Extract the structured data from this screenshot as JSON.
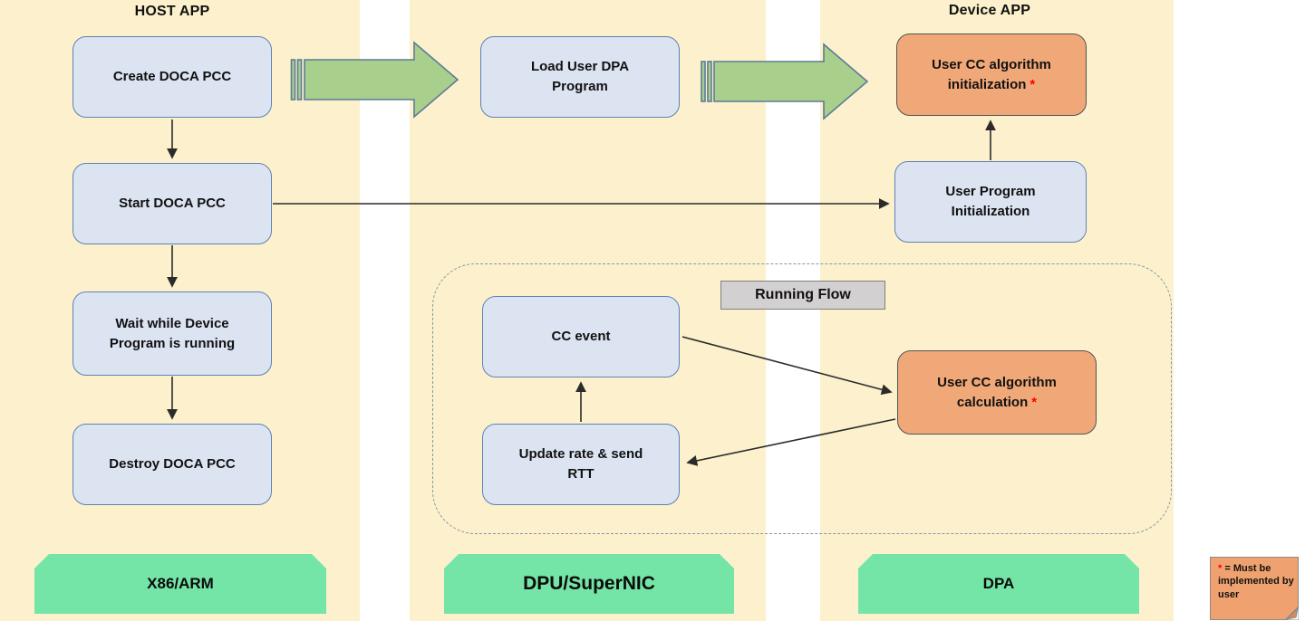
{
  "diagram": {
    "columns": {
      "host": {
        "title": "HOST APP",
        "footer": "X86/ARM"
      },
      "dpu": {
        "footer": "DPU/SuperNIC"
      },
      "device": {
        "title": "Device APP",
        "footer": "DPA"
      }
    },
    "nodes": {
      "create_doca_pcc": {
        "label": "Create DOCA PCC"
      },
      "start_doca_pcc": {
        "label": "Start DOCA PCC"
      },
      "wait_device": {
        "label": "Wait while Device Program is running"
      },
      "destroy_doca_pcc": {
        "label": "Destroy DOCA PCC"
      },
      "load_user_dpa": {
        "label": "Load User DPA Program"
      },
      "cc_event": {
        "label": "CC event"
      },
      "update_rate": {
        "label": "Update rate & send RTT"
      },
      "user_cc_init": {
        "label": "User CC algorithm initialization",
        "marker": "*"
      },
      "user_prog_init": {
        "label": "User Program Initialization"
      },
      "user_cc_calc": {
        "label": "User CC algorithm calculation",
        "marker": "*"
      }
    },
    "running_flow": {
      "label": "Running Flow"
    },
    "legend": {
      "marker": "*",
      "text": "= Must be implemented by user"
    },
    "colors": {
      "column_band": "#FCF1CC",
      "node_blue_fill": "#DCE4F2",
      "node_blue_border": "#5F81B3",
      "node_orange_fill": "#F1A878",
      "node_orange_border": "#4F5457",
      "platform_green": "#74E5A7",
      "process_arrow_fill": "#A9CF8C",
      "process_arrow_border": "#5D7B99",
      "running_flow_fill": "#D2D0D0",
      "dashed_border": "#8795AB",
      "connector": "#2B2B2B",
      "marker_red": "#FF0000"
    }
  }
}
